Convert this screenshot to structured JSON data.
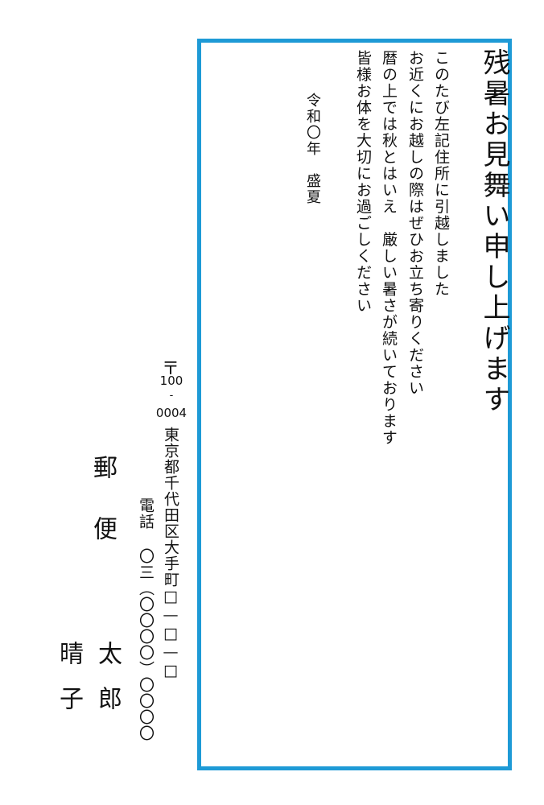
{
  "card": {
    "border_color": "#1e9ad6",
    "title": "残暑お見舞い申し上げます",
    "body_lines": [
      "このたび左記住所に引越しました",
      "お近くにお越しの際はぜひお立ち寄りください",
      "暦の上では秋とはいえ　厳しい暑さが続いております",
      "皆様お体を大切にお過ごしください"
    ],
    "date": "令和〇年　盛夏"
  },
  "sender": {
    "postal_mark": "〒",
    "postal_code_1": "100",
    "postal_code_sep": "-",
    "postal_code_2": "0004",
    "address": "東京都千代田区大手町□—□—□",
    "phone": "電話 〇三（〇〇〇〇）〇〇〇〇",
    "family_name": "郵便",
    "given_name_1": "太郎",
    "given_name_2": "晴子"
  }
}
